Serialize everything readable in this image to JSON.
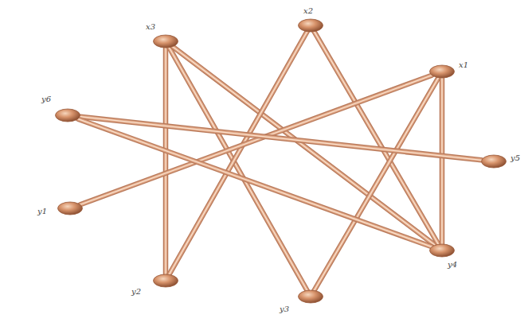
{
  "diagram": {
    "nodes": [
      {
        "text": [
          "x2"
        ]
      },
      {
        "text": [
          "x3"
        ]
      },
      {
        "text": [
          "x1"
        ]
      },
      {
        "text": [
          "y6"
        ]
      },
      {
        "text": [
          "y5"
        ]
      },
      {
        "text": [
          "y1"
        ]
      },
      {
        "text": [
          "y4"
        ]
      },
      {
        "text": [
          "y2"
        ]
      },
      {
        "text": [
          "y3"
        ]
      }
    ],
    "edges": [
      {
        "from": 1,
        "to": 7,
        "arrow": "none"
      },
      {
        "from": 1,
        "to": 8,
        "arrow": "none"
      },
      {
        "from": 1,
        "to": 6,
        "arrow": "none"
      },
      {
        "from": 0,
        "to": 7,
        "arrow": "none"
      },
      {
        "from": 0,
        "to": 6,
        "arrow": "none"
      },
      {
        "from": 2,
        "to": 5,
        "arrow": "none"
      },
      {
        "from": 2,
        "to": 8,
        "arrow": "none"
      },
      {
        "from": 2,
        "to": 6,
        "arrow": "none"
      },
      {
        "from": 3,
        "to": 4,
        "arrow": "none"
      },
      {
        "from": 3,
        "to": 6,
        "arrow": "none"
      }
    ]
  }
}
